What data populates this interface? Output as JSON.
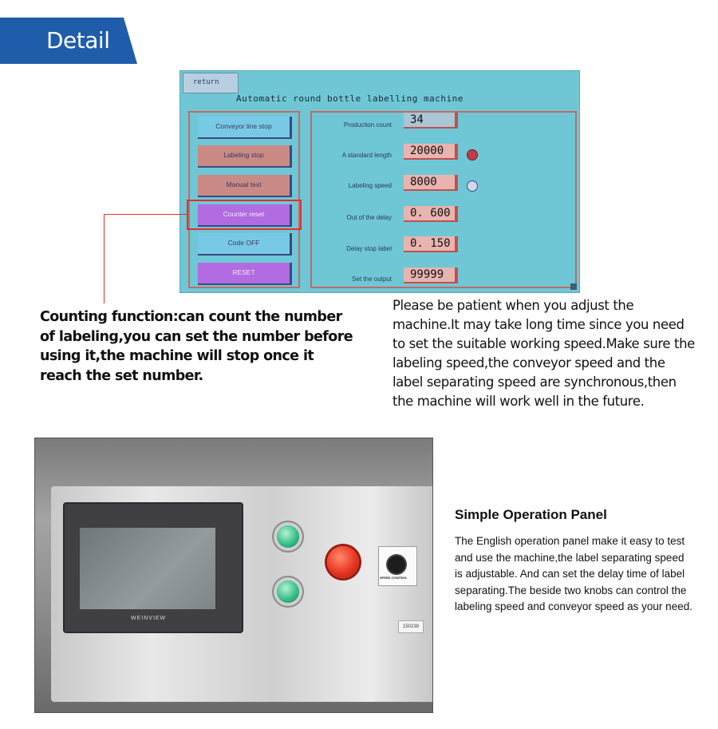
{
  "header": {
    "title": "Detail",
    "color": "#1f5dab"
  },
  "hmi": {
    "return_label": "return",
    "title": "Automatic round bottle labelling machine",
    "buttons": [
      {
        "label": "Conveyor line stop"
      },
      {
        "label": "Labeling stop"
      },
      {
        "label": "Manual test"
      },
      {
        "label": "Counter reset"
      },
      {
        "label": "Code OFF"
      },
      {
        "label": "RESET"
      }
    ],
    "rows": [
      {
        "label": "Production count",
        "value": "34"
      },
      {
        "label": "A standard length",
        "value": "20000"
      },
      {
        "label": "Labeling speed",
        "value": "8000"
      },
      {
        "label": "Out of the delay",
        "value": "0. 600"
      },
      {
        "label": "Delay stop label",
        "value": "0. 150"
      },
      {
        "label": "Set the output",
        "value": "99999"
      }
    ]
  },
  "captions": {
    "counting": "Counting function:can count the number of labeling,you can set the number before using it,the machine will stop once it reach the set number.",
    "patience": "Please be patient when you adjust the machine.It may take long time since you need to set the suitable working speed.Make sure the labeling speed,the conveyor speed and the label separating speed are synchronous,then the machine will work well in the future."
  },
  "panel_photo": {
    "brand": "WEINVIEW",
    "knob_label": "SPEED CONTROL",
    "sticker": "150239"
  },
  "operation_panel": {
    "title": "Simple Operation Panel",
    "body": "The English operation panel make it easy to test and use the machine,the label separating speed is adjustable. And can set the delay time of label separating.The beside two knobs can control the labeling speed and conveyor speed as your need."
  }
}
